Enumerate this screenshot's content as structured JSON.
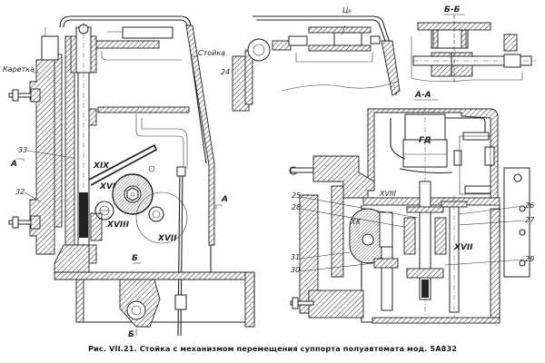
{
  "figure": {
    "caption": "Рис. VII.21. Стойка с механизмом перемещения суппорта полуавтомата мод. 5А832",
    "views": [
      {
        "name": "main-section",
        "labels": [
          "Каретка",
          "Стойка",
          "33",
          "32",
          "XIX",
          "XVI",
          "XVIII",
          "XVII",
          "А",
          "А",
          "Б",
          "Б"
        ]
      },
      {
        "name": "cylinder-view",
        "labels": [
          "Ц₈",
          "24"
        ]
      },
      {
        "name": "section-bb",
        "title": "Б-Б"
      },
      {
        "name": "section-aa",
        "title": "А-А",
        "labels": [
          "ГД",
          "XVIII",
          "XX",
          "XVII",
          "25",
          "28",
          "31",
          "30",
          "26",
          "27",
          "29"
        ]
      }
    ]
  },
  "labels": {
    "karetka": "Каретка",
    "stoyka": "Стойка",
    "n33": "33",
    "n32": "32",
    "xix": "XIX",
    "xvi": "XVI",
    "xviii_a": "XVIII",
    "xvii_a": "XVII",
    "a_left": "А",
    "a_right": "А",
    "b_mid": "Б",
    "b_bot": "Б",
    "c8": "Ц₈",
    "n24": "24",
    "bb": "Б-Б",
    "aa": "А-А",
    "gd": "ГД",
    "xviii_b": "XVIII",
    "xx": "XX",
    "xvii_b": "XVII",
    "n25": "25",
    "n28": "28",
    "n31": "31",
    "n30": "30",
    "n26": "26",
    "n27": "27",
    "n29": "29"
  }
}
